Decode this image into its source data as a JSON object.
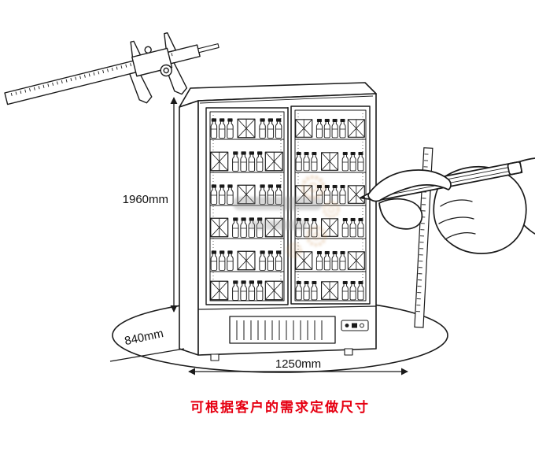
{
  "labels": {
    "height": "1960mm",
    "depth": "840mm",
    "width": "1250mm"
  },
  "caption": {
    "text": "可根据客户的需求定做尺寸",
    "color": "#e60012"
  },
  "colors": {
    "line": "#1a1a1a",
    "watermark_gear": "#c98b4b",
    "watermark_text": "#8a8a8a"
  },
  "illustration": {
    "subject": "two-door display cooler sketch",
    "parts": [
      "vernier-caliper",
      "display-cabinet",
      "hand-with-pencil",
      "steel-ruler",
      "base-ellipse"
    ]
  }
}
